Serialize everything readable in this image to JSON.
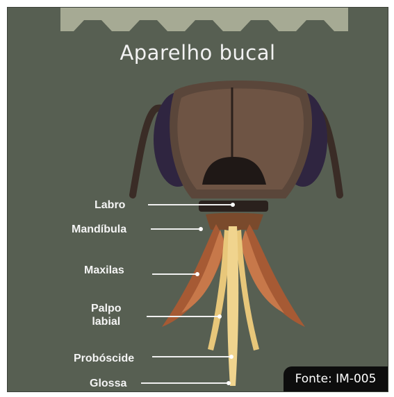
{
  "title": "Aparelho bucal",
  "labels": {
    "labro": "Labro",
    "mandibula": "Mandíbula",
    "maxilas": "Maxilas",
    "palpo_labial_line1": "Palpo",
    "palpo_labial_line2": "labial",
    "proboscide": "Probóscide",
    "glossa": "Glossa"
  },
  "source": "Fonte: IM-005",
  "colors": {
    "background": "#575f52",
    "banner": "#a6aa94",
    "head": "#4a3b32",
    "mandible": "#b5683e",
    "proboscis": "#e8c77a",
    "label_text": "#f4f4f4"
  }
}
